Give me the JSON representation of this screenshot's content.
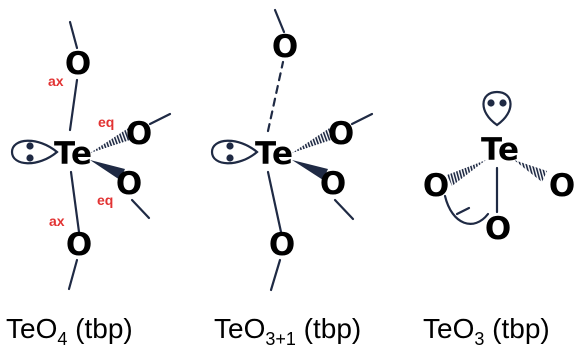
{
  "colors": {
    "bond": "#1f2a44",
    "label": "#e23333",
    "text": "#000000",
    "background": "#ffffff"
  },
  "atoms": {
    "te": "Te",
    "o": "O"
  },
  "labels": {
    "ax": "ax",
    "eq": "eq"
  },
  "captions": {
    "teo4": {
      "base": "TeO",
      "sub": "4",
      "suffix": " (tbp)"
    },
    "teo31": {
      "base": "TeO",
      "sub": "3+1",
      "suffix": " (tbp)"
    },
    "teo3": {
      "base": "TeO",
      "sub": "3",
      "suffix": " (tbp)"
    }
  }
}
